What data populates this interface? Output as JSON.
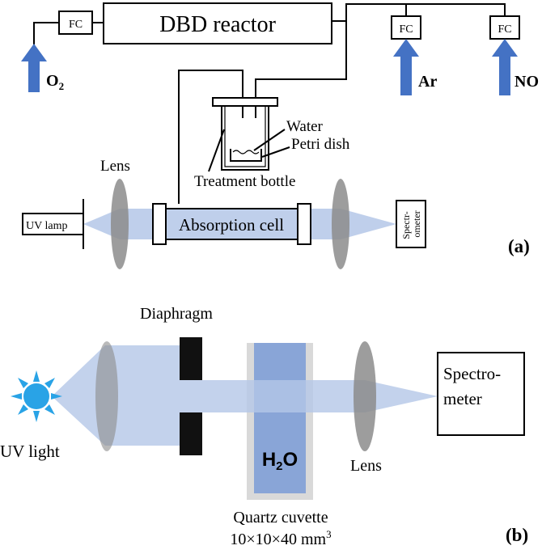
{
  "panel_a": {
    "reactor_label": "DBD reactor",
    "flow_controller_label": "FC",
    "gas_o2_main": "O",
    "gas_o2_sub": "2",
    "gas_ar": "Ar",
    "gas_no": "NO",
    "water_label": "Water",
    "petri_dish_label": "Petri dish",
    "treatment_bottle_label": "Treatment bottle",
    "lens_label": "Lens",
    "uv_lamp_label": "UV lamp",
    "absorption_cell_label": "Absorption cell",
    "spectrometer_line1": "Spectr-",
    "spectrometer_line2": "ometer",
    "panel_label": "(a)"
  },
  "panel_b": {
    "diaphragm_label": "Diaphragm",
    "uv_light_label": "UV light",
    "spectrometer_line1": "Spectro-",
    "spectrometer_line2": "meter",
    "lens_label": "Lens",
    "water_main": "H",
    "water_sub": "2",
    "water_end": "O",
    "cuvette_label": "Quartz cuvette",
    "cuvette_dims_main": "10×10×40 mm",
    "cuvette_dims_sup": "3",
    "panel_label": "(b)"
  },
  "colors": {
    "arrow_blue": "#4472c4",
    "beam_blue": "#b4c7e7",
    "lens_gray": "#8c8c8c",
    "uv_source_blue": "#29a3e6",
    "cuvette_gray": "#d9d9d9",
    "water_blue": "#7f9fd6"
  }
}
